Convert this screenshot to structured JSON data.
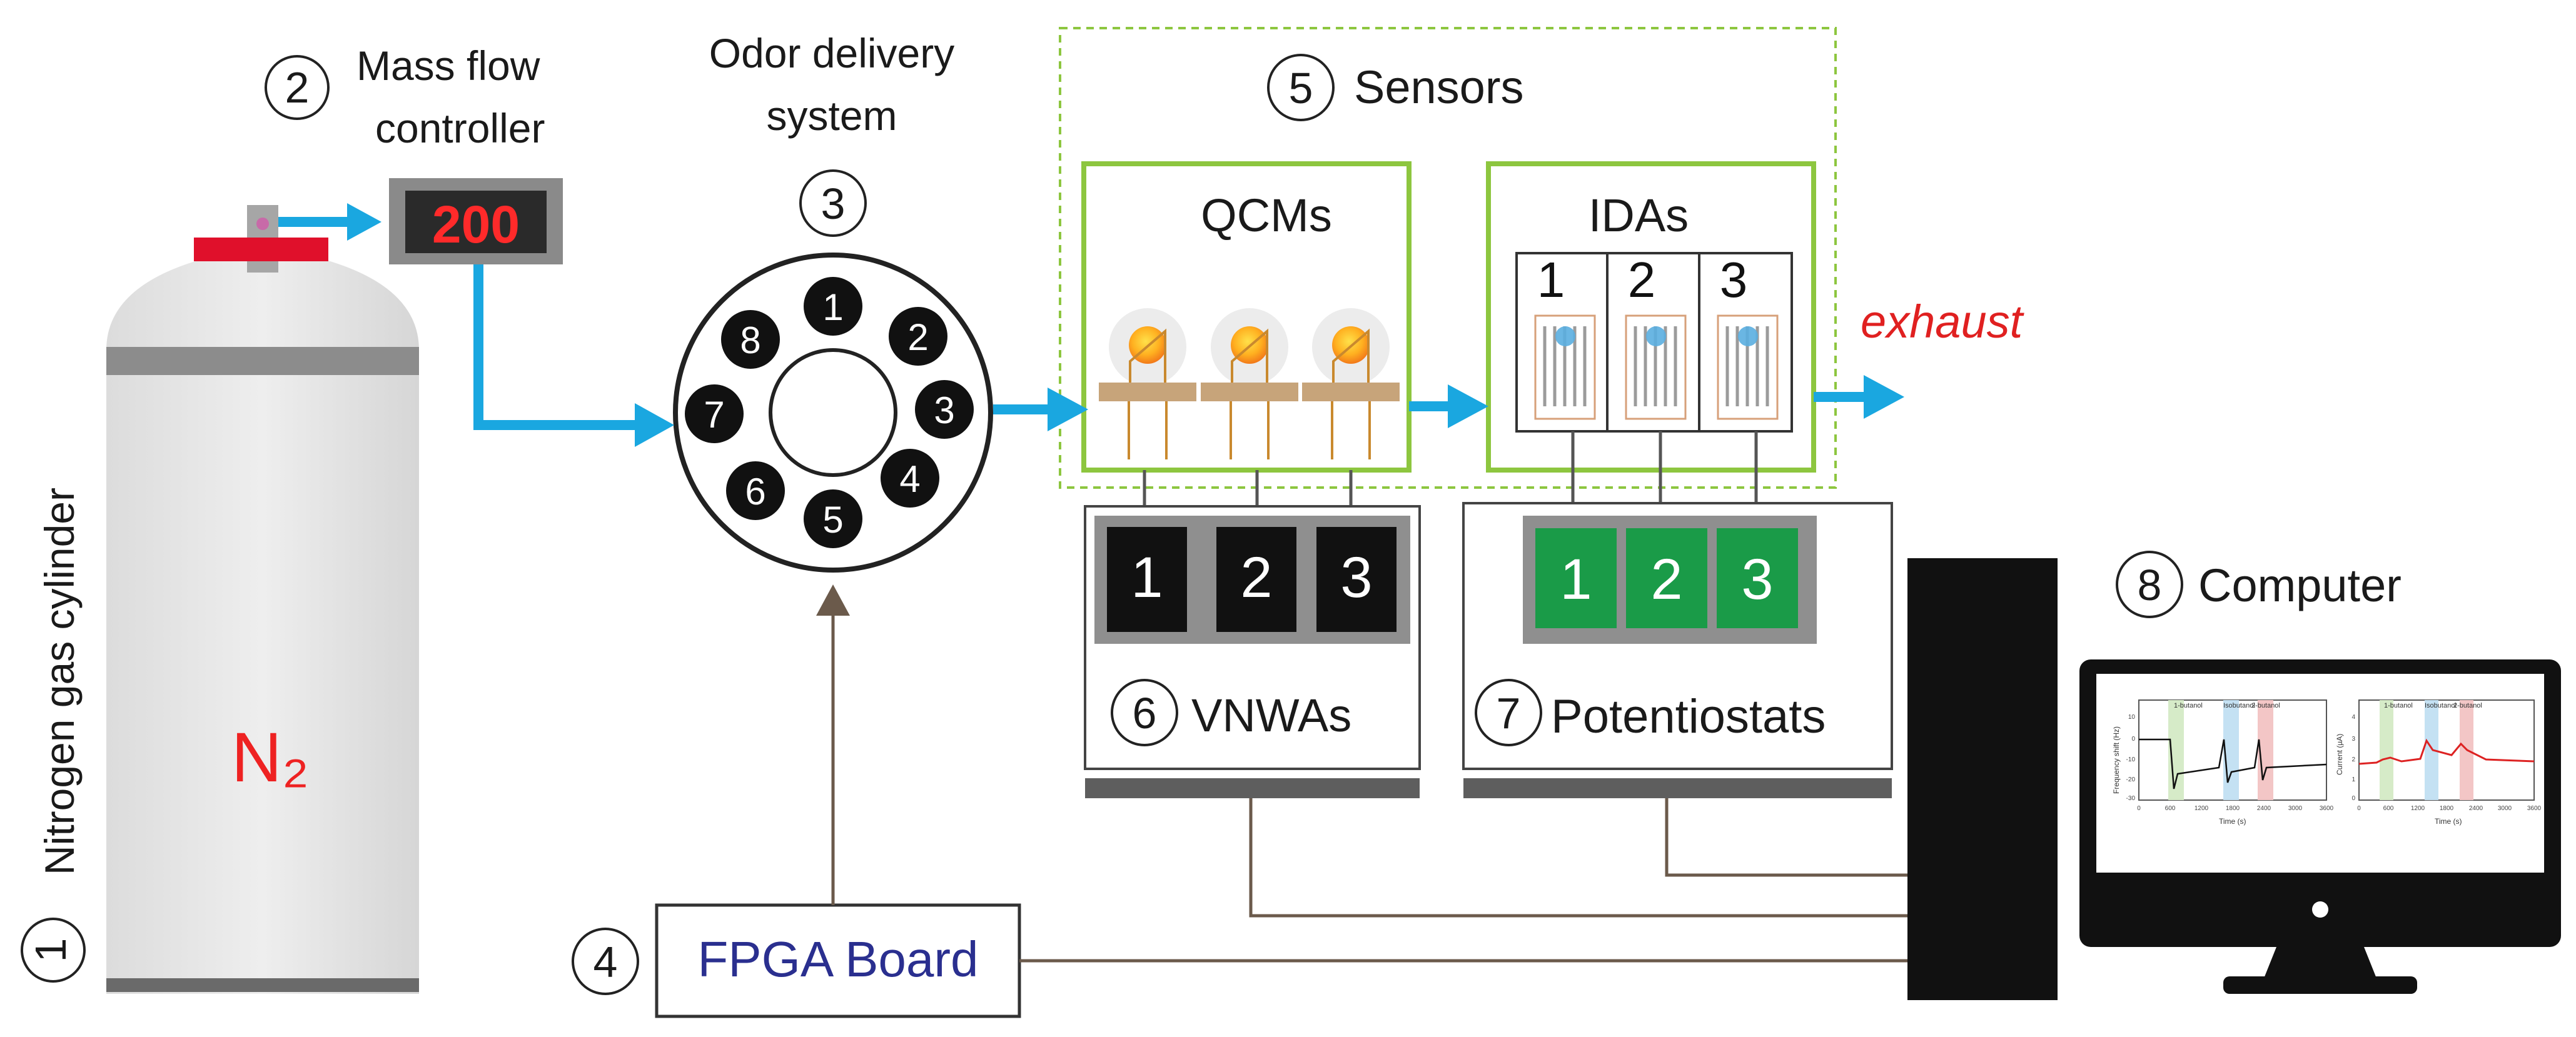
{
  "components": {
    "cylinder": {
      "number": "1",
      "label": "Nitrogen gas cylinder",
      "gas": "N₂"
    },
    "mfc": {
      "number": "2",
      "label_line1": "Mass flow",
      "label_line2": "controller",
      "display": "200"
    },
    "odor": {
      "number": "3",
      "label_line1": "Odor delivery",
      "label_line2": "system",
      "ports": [
        "1",
        "2",
        "3",
        "4",
        "5",
        "6",
        "7",
        "8"
      ]
    },
    "fpga": {
      "number": "4",
      "label": "FPGA Board"
    },
    "sensors": {
      "number": "5",
      "label": "Sensors",
      "qcm_label": "QCMs",
      "ida_label": "IDAs",
      "ida_numbers": [
        "1",
        "2",
        "3"
      ]
    },
    "vnwa": {
      "number": "6",
      "label": "VNWAs",
      "channels": [
        "1",
        "2",
        "3"
      ]
    },
    "potentiostat": {
      "number": "7",
      "label": "Potentiostats",
      "channels": [
        "1",
        "2",
        "3"
      ]
    },
    "computer": {
      "number": "8",
      "label": "Computer"
    },
    "exhaust": {
      "label": "exhaust"
    }
  },
  "screen": {
    "left_plot": {
      "ylabel": "Frequency shift (Hz)",
      "xlabel": "Time (s)",
      "bands": [
        "1-butanol",
        "Isobutanol",
        "2-butanol"
      ],
      "yticks": [
        "10",
        "0",
        "-10",
        "-20",
        "-30"
      ],
      "xticks": [
        "0",
        "600",
        "1200",
        "1800",
        "2400",
        "3000",
        "3600"
      ]
    },
    "right_plot": {
      "ylabel": "Current (µA)",
      "xlabel": "Time (s)",
      "bands": [
        "1-butanol",
        "Isobutanol",
        "2-butanol"
      ],
      "yticks": [
        "4",
        "3",
        "2",
        "1",
        "0"
      ],
      "xticks": [
        "0",
        "600",
        "1200",
        "1800",
        "2400",
        "3000",
        "3600"
      ]
    }
  },
  "colors": {
    "flow_arrow": "#1aa7e0",
    "sensor_box": "#8dc63f",
    "display_digits": "#ff2a2a",
    "n2_text": "#ee2222",
    "exhaust_text": "#e02020",
    "fpga_text": "#2a2f8f",
    "pot_channel": "#1a9b48",
    "wire": "#6b5a4b"
  }
}
